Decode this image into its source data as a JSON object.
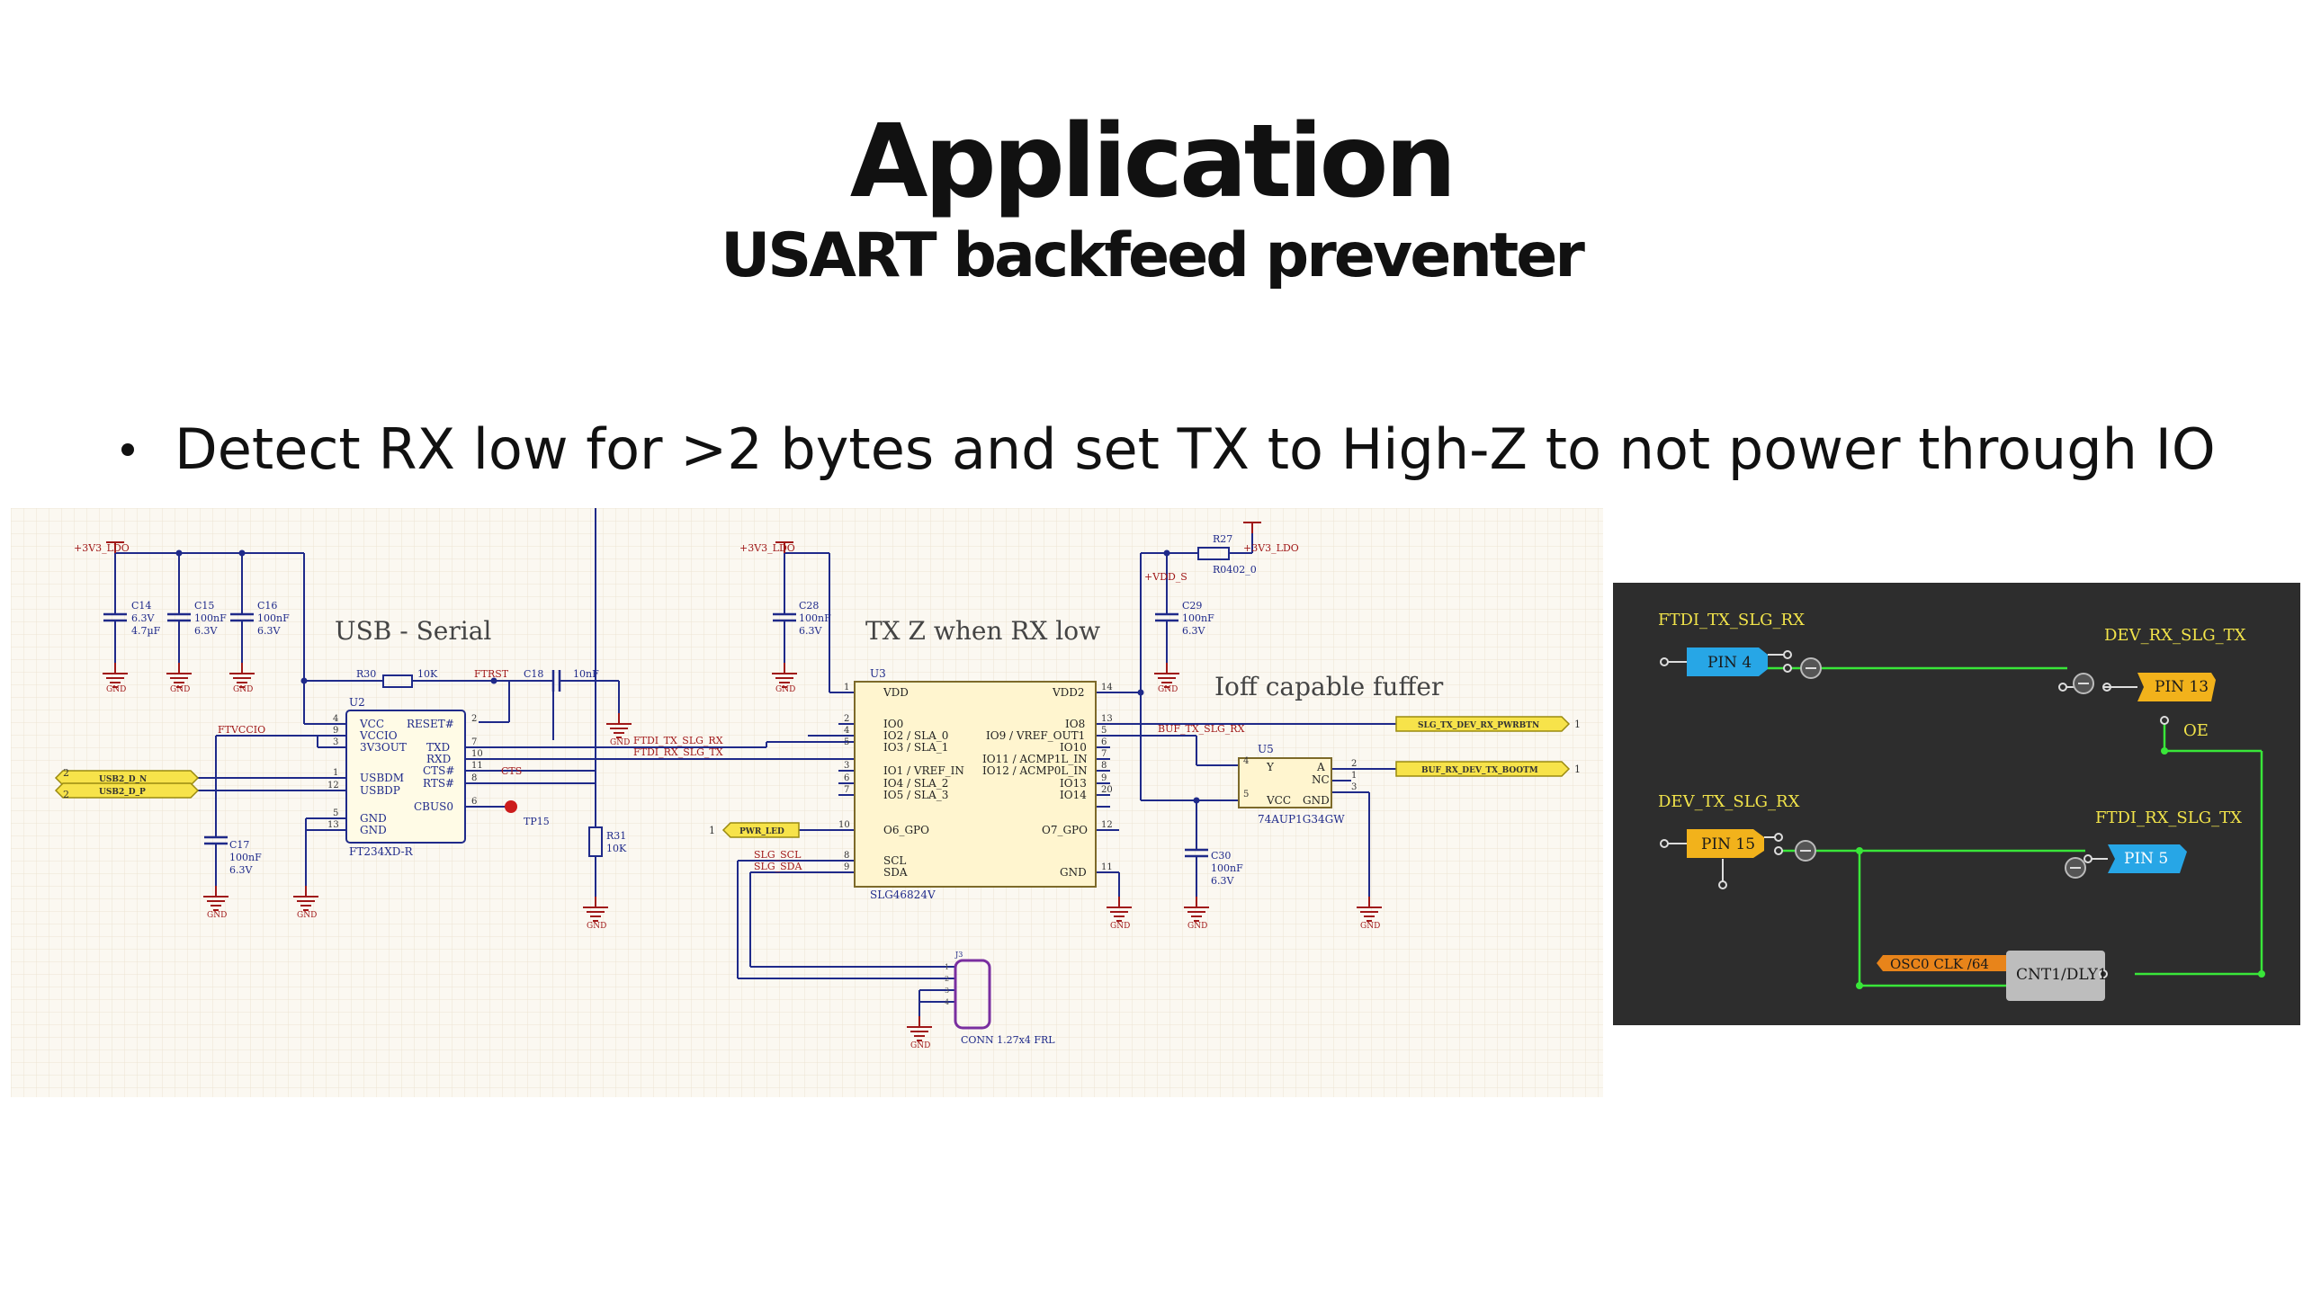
{
  "slide": {
    "title": "Application",
    "subtitle": "USART backfeed preventer",
    "bullet": "Detect RX low for >2 bytes and set TX to High-Z to not power through IO"
  },
  "schematic": {
    "sections": {
      "usb_serial": "USB - Serial",
      "tx_z": "TX Z when RX low",
      "ioff": "Ioff capable fuffer"
    },
    "power": {
      "ldo": "+3V3_LDO",
      "vdd_s": "+VDD_S",
      "gnd": "GND"
    },
    "caps": {
      "c14": [
        "C14",
        "6.3V",
        "4.7µF"
      ],
      "c15": [
        "C15",
        "100nF",
        "6.3V"
      ],
      "c16": [
        "C16",
        "100nF",
        "6.3V"
      ],
      "c17": [
        "C17",
        "100nF",
        "6.3V"
      ],
      "c18": [
        "C18",
        "10nF"
      ],
      "c28": [
        "C28",
        "100nF",
        "6.3V"
      ],
      "c29": [
        "C29",
        "100nF",
        "6.3V"
      ],
      "c30": [
        "C30",
        "100nF",
        "6.3V"
      ]
    },
    "resistors": {
      "r30": [
        "R30",
        "10K"
      ],
      "r31": [
        "R31",
        "10K"
      ],
      "r27": [
        "R27",
        "R0402_0"
      ]
    },
    "u2": {
      "ref": "U2",
      "part": "FT234XD-R",
      "left_pins": [
        {
          "n": "4",
          "name": "VCC"
        },
        {
          "n": "9",
          "name": "VCCIO"
        },
        {
          "n": "3",
          "name": "3V3OUT"
        },
        {
          "n": "1",
          "name": "USBDM"
        },
        {
          "n": "12",
          "name": "USBDP"
        },
        {
          "n": "5",
          "name": "GND"
        },
        {
          "n": "13",
          "name": "GND"
        }
      ],
      "right_pins": [
        {
          "n": "2",
          "name": "RESET#"
        },
        {
          "n": "7",
          "name": "TXD"
        },
        {
          "n": "10",
          "name": "RXD"
        },
        {
          "n": "11",
          "name": "CTS#"
        },
        {
          "n": "8",
          "name": "RTS#"
        },
        {
          "n": "6",
          "name": "CBUS0"
        }
      ]
    },
    "u3": {
      "ref": "U3",
      "part": "SLG46824V",
      "left_pins": [
        {
          "n": "1",
          "name": "VDD"
        },
        {
          "n": "2",
          "name": "IO0"
        },
        {
          "n": "4",
          "name": "IO2 / SLA_0"
        },
        {
          "n": "5",
          "name": "IO3 / SLA_1"
        },
        {
          "n": "3",
          "name": "IO1 / VREF_IN"
        },
        {
          "n": "6",
          "name": "IO4 / SLA_2"
        },
        {
          "n": "7",
          "name": "IO5 / SLA_3"
        },
        {
          "n": "10",
          "name": "O6_GPO"
        },
        {
          "n": "8",
          "name": "SCL"
        },
        {
          "n": "9",
          "name": "SDA"
        }
      ],
      "right_pins": [
        {
          "n": "14",
          "name": "VDD2"
        },
        {
          "n": "13",
          "name": "IO8"
        },
        {
          "n": "5",
          "name": "IO9 / VREF_OUT1"
        },
        {
          "n": "6",
          "name": "IO10"
        },
        {
          "n": "7",
          "name": "IO11 / ACMP1L_IN"
        },
        {
          "n": "8",
          "name": "IO12 / ACMP0L_IN"
        },
        {
          "n": "9",
          "name": "IO13"
        },
        {
          "n": "20",
          "name": "IO14"
        },
        {
          "n": "12",
          "name": "O7_GPO"
        },
        {
          "n": "11",
          "name": "GND"
        }
      ]
    },
    "u5": {
      "ref": "U5",
      "part": "74AUP1G34GW",
      "pins": [
        {
          "n": "4",
          "name": "Y"
        },
        {
          "n": "2",
          "name": "A"
        },
        {
          "n": "1",
          "name": "NC"
        },
        {
          "n": "5",
          "name": "VCC"
        },
        {
          "n": "3",
          "name": "GND"
        }
      ]
    },
    "nets": {
      "ftvccio": "FTVCCIO",
      "ftrst": "FTRST",
      "cts": "CTS",
      "ftdi_tx": "FTDI_TX_SLG_RX",
      "ftdi_rx": "FTDI_RX_SLG_TX",
      "buf_tx": "BUF_TX_SLG_RX",
      "slg_scl": "SLG_SCL",
      "slg_sda": "SLG_SDA"
    },
    "ports": {
      "usb_dn": "USB2_D_N",
      "usb_dp": "USB2_D_P",
      "usb_dn_num": "2",
      "usb_dp_num": "2",
      "pwr_led": "PWR_LED",
      "pwr_led_num": "1",
      "slg_tx": "SLG_TX_DEV_RX_PWRBTN",
      "slg_tx_num": "1",
      "buf_rx": "BUF_RX_DEV_TX_BOOTM",
      "buf_rx_num": "1"
    },
    "tp15": "TP15",
    "connector": {
      "ref": "J3",
      "label": "CONN 1.27x4 FRL",
      "pins": [
        "1",
        "2",
        "3",
        "4"
      ]
    }
  },
  "logic": {
    "labels": {
      "ftdi_tx": "FTDI_TX_SLG_RX",
      "dev_rx": "DEV_RX_SLG_TX",
      "dev_tx": "DEV_TX_SLG_RX",
      "ftdi_rx": "FTDI_RX_SLG_TX",
      "oe": "OE"
    },
    "blocks": {
      "pin4": "PIN 4",
      "pin13": "PIN 13",
      "pin15": "PIN 15",
      "pin5": "PIN 5",
      "osc": "OSC0 CLK /64",
      "cnt": "CNT1/DLY1"
    },
    "colors": {
      "background": "#2d2d2d",
      "wire": "#39e639",
      "label_text": "#f2e44a",
      "input_pin": "#27a6e6",
      "output_pin": "#f2b21b",
      "osc": "#e8841a",
      "counter": "#bdbdbd"
    }
  }
}
